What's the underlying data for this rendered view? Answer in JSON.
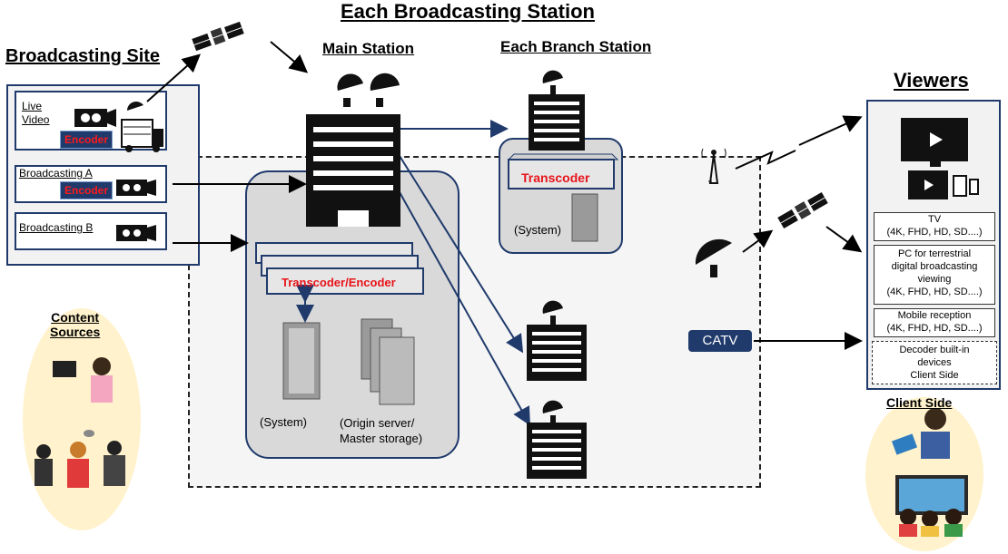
{
  "titles": {
    "main": "Each Broadcasting Station",
    "broadcasting_site": "Broadcasting Site",
    "main_station": "Main Station",
    "branch_station": "Each Branch Station",
    "viewers": "Viewers",
    "content_sources": "Content\nSources",
    "client_side": "Client Side"
  },
  "site": {
    "live_video": "Live\nVideo",
    "encoder": "Encoder",
    "broadcasting_a": "Broadcasting A",
    "broadcasting_b": "Broadcasting B"
  },
  "main_station": {
    "transcoder_encoder": "Transcoder/Encoder",
    "system": "(System)",
    "origin": "(Origin server/\nMaster storage)"
  },
  "branch": {
    "transcoder": "Transcoder",
    "system": "(System)"
  },
  "catv": "CATV",
  "viewers": {
    "tv": "TV\n(4K, FHD, HD, SD....)",
    "pc": "PC for terrestrial\ndigital broadcasting\nviewing\n(4K, FHD, HD, SD....)",
    "mobile": "Mobile reception\n(4K, FHD, HD, SD....)",
    "decoder": "Decoder built-in\ndevices\nClient Side"
  },
  "colors": {
    "navy": "#1f3a6b",
    "red": "#e8141b",
    "panel_gray": "#d9d9d9",
    "light_bg": "#f2f2f2",
    "yellow": "#fff2cc"
  }
}
